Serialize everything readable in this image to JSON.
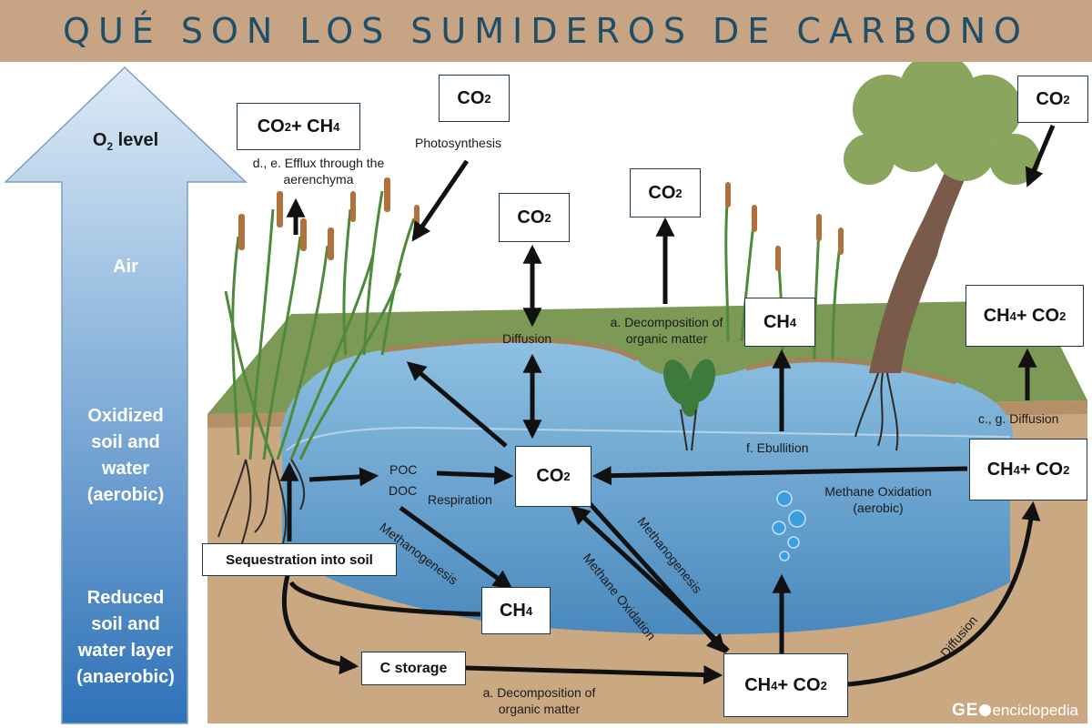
{
  "header": {
    "title": "QUÉ SON LOS SUMIDEROS DE CARBONO"
  },
  "o2_scale": {
    "title_base": "O",
    "title_sub": "2",
    "title_rest": " level",
    "air": "Air",
    "oxidized_lines": [
      "Oxidized",
      "soil and",
      "water",
      "(aerobic)"
    ],
    "reduced_lines": [
      "Reduced",
      "soil and",
      "water layer",
      "(anaerobic)"
    ]
  },
  "boxes": {
    "plant_efflux": {
      "a": "CO",
      "a_sub": "2",
      "b": " + CH",
      "b_sub": "4"
    },
    "photosynthesis": {
      "a": "CO",
      "a_sub": "2"
    },
    "diffusion_top": {
      "a": "CO",
      "a_sub": "2"
    },
    "decomposition_top": {
      "a": "CO",
      "a_sub": "2"
    },
    "tree": {
      "a": "CO",
      "a_sub": "2"
    },
    "ebullition": {
      "a": "CH",
      "a_sub": "4"
    },
    "right_diffusion": {
      "a": "CH",
      "a_sub": "4",
      "b": " + CO",
      "b_sub": "2"
    },
    "center": {
      "a": "CO",
      "a_sub": "2"
    },
    "right_mid": {
      "a": "CH",
      "a_sub": "4",
      "b": " + CO",
      "b_sub": "2"
    },
    "ch4_mid": {
      "a": "CH",
      "a_sub": "4"
    },
    "bottom": {
      "a": "CH",
      "a_sub": "4",
      "b": " + CO",
      "b_sub": "2"
    },
    "sequestration": "Sequestration into soil",
    "c_storage": "C storage"
  },
  "labels": {
    "efflux_lines": [
      "d., e. Efflux through the",
      "aerenchyma"
    ],
    "photosynthesis": "Photosynthesis",
    "diffusion": "Diffusion",
    "decomposition_top_lines": [
      "a. Decomposition of",
      "organic matter"
    ],
    "ebullition": "f. Ebullition",
    "diffusion_right": "c., g. Diffusion",
    "methane_oxidation_aerobic_lines": [
      "Methane Oxidation",
      "(aerobic)"
    ],
    "poc": "POC",
    "doc": "DOC",
    "respiration": "Respiration",
    "methanogenesis_left": "Methanogenesis",
    "methane_oxidation_diag": "Methane Oxidation",
    "methanogenesis_diag": "Methanogenesis",
    "decomposition_bottom_lines": [
      "a. Decomposition of",
      "organic matter"
    ],
    "diffusion_bottom": "Diffusion"
  },
  "logo": {
    "brand": "GE",
    "brand_icon": "globe-icon",
    "suffix": "enciclopedia"
  },
  "colors": {
    "banner": "#c7a584",
    "title": "#1f4e66",
    "water": "#5f9cc8",
    "soil": "#caa982",
    "grass": "#7c9a55",
    "arrow": "#111111"
  }
}
